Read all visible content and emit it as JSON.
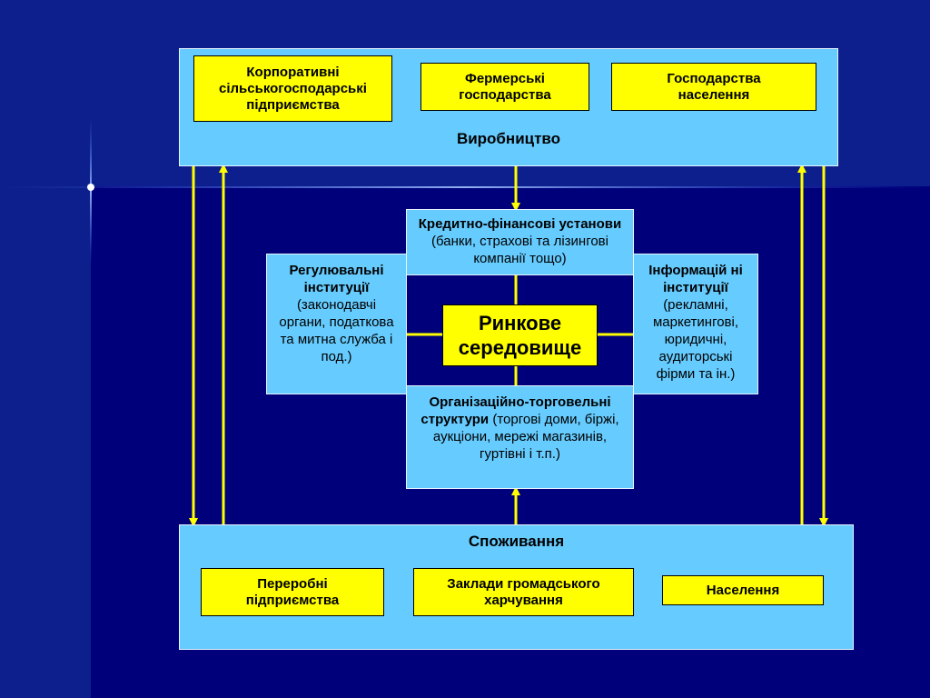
{
  "colors": {
    "background": "#00007a",
    "panel_blue": "#66ccff",
    "box_yellow": "#ffff00",
    "arrow_yellow": "#ffff00"
  },
  "production": {
    "title": "Виробництво",
    "items": [
      "Корпоративні\nсільськогосподарські\nпідприємства",
      "Фермерські\nгосподарства",
      "Господарства\nнаселення"
    ]
  },
  "consumption": {
    "title": "Споживання",
    "items": [
      "Переробні\nпідприємства",
      "Заклади громадського\nхарчування",
      "Населення"
    ]
  },
  "market": {
    "title": "Ринкове\nсередовище"
  },
  "credit": {
    "bold": "Кредитно-фінансові установи",
    "normal": " (банки, страхові та лізингові компанії тощо)"
  },
  "regulatory": {
    "bold": "Регулювальні інституції",
    "normal": " (законодавчі органи, податкова та митна служба і под.)"
  },
  "information": {
    "bold": "Інформацій ні інституції",
    "normal": " (рекламні, маркетингові, юридичні, аудиторські фірми та ін.)"
  },
  "trade": {
    "bold": "Організаційно-торговельні структури",
    "normal": " (торгові доми, біржі, аукціони, мережі магазинів, гуртівні і т.п.)"
  }
}
